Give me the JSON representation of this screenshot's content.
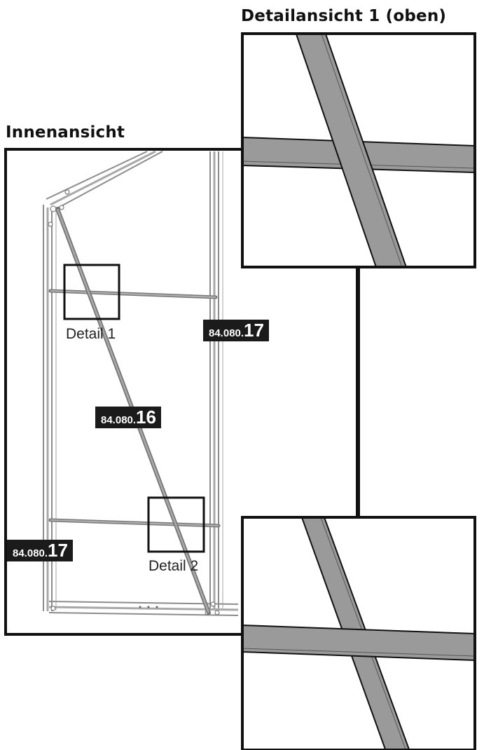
{
  "headings": {
    "detail_view_top": "Detailansicht 1 (oben)",
    "interior_view": "Innenansicht"
  },
  "labels": {
    "part_label_1": {
      "prefix": "84.080.",
      "suffix": "17"
    },
    "part_label_2": {
      "prefix": "84.080.",
      "suffix": "16"
    },
    "part_label_3": {
      "prefix": "84.080.",
      "suffix": "17"
    }
  },
  "captions": {
    "detail_1": "Detail 1",
    "detail_2": "Detail 2"
  },
  "colors": {
    "strut_fill": "#9a9a9a",
    "line": "#111111",
    "frame_light": "#b8b8b8"
  }
}
